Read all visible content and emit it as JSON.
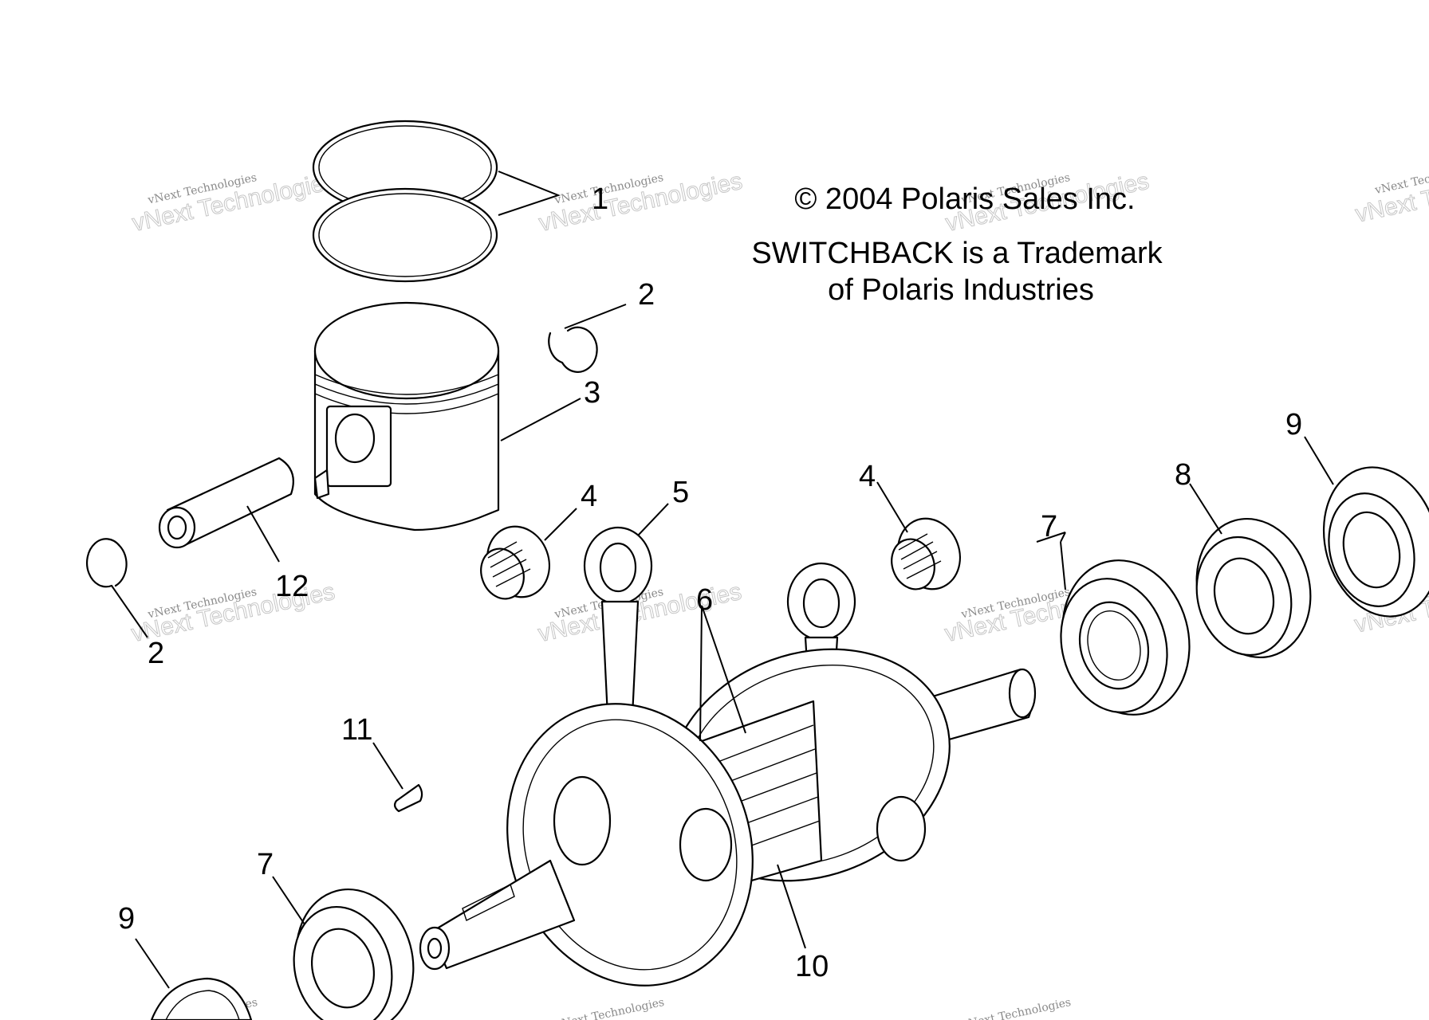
{
  "notice": {
    "copyright": "© 2004 Polaris Sales Inc.",
    "trademark_line1": "SWITCHBACK is a Trademark",
    "trademark_line2": "of Polaris Industries"
  },
  "callouts": {
    "c1": "1",
    "c2a": "2",
    "c2b": "2",
    "c3": "3",
    "c4a": "4",
    "c4b": "4",
    "c5": "5",
    "c6": "6",
    "c7a": "7",
    "c7b": "7",
    "c8": "8",
    "c9a": "9",
    "c9b": "9",
    "c10": "10",
    "c11": "11",
    "c12": "12"
  },
  "watermark": {
    "line1": "vNext Technologies",
    "line2": "vNext Technologies"
  }
}
